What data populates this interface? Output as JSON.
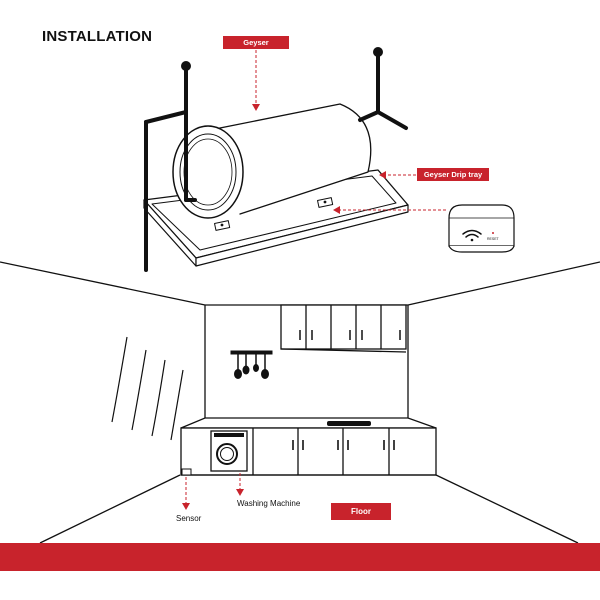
{
  "title": "INSTALLATION",
  "labels": {
    "geyser": "Geyser",
    "drip_tray": "Geyser Drip tray",
    "sensor": "Sensor",
    "washing_machine": "Washing Machine",
    "floor": "Floor",
    "reset": "RESET"
  },
  "colors": {
    "accent": "#c8232c",
    "line": "#111111",
    "background": "#ffffff"
  },
  "icons": [
    "wifi-icon"
  ]
}
